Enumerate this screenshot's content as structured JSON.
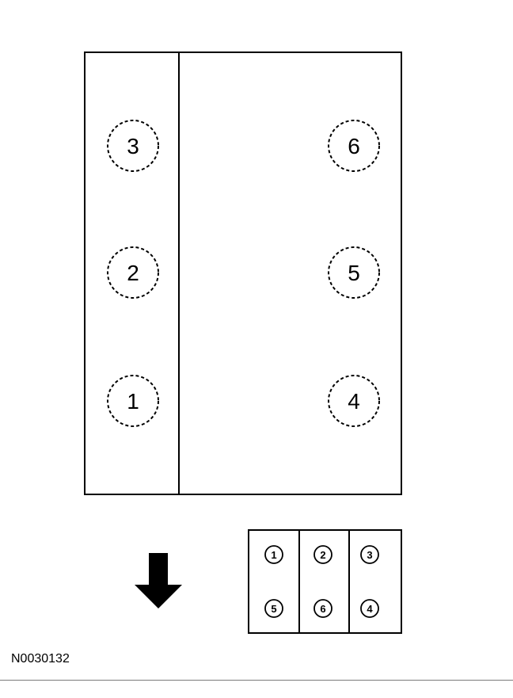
{
  "engine_view": {
    "cylinders": [
      {
        "label": "3"
      },
      {
        "label": "2"
      },
      {
        "label": "1"
      },
      {
        "label": "6"
      },
      {
        "label": "5"
      },
      {
        "label": "4"
      }
    ]
  },
  "coil_pack": {
    "top_row": [
      "1",
      "2",
      "3"
    ],
    "bottom_row": [
      "5",
      "6",
      "4"
    ]
  },
  "front_arrow_icon": "arrow-down-icon",
  "figure_id": "N0030132",
  "colors": {
    "line": "#000000",
    "background": "#ffffff",
    "rule": "#7a7a7a"
  }
}
